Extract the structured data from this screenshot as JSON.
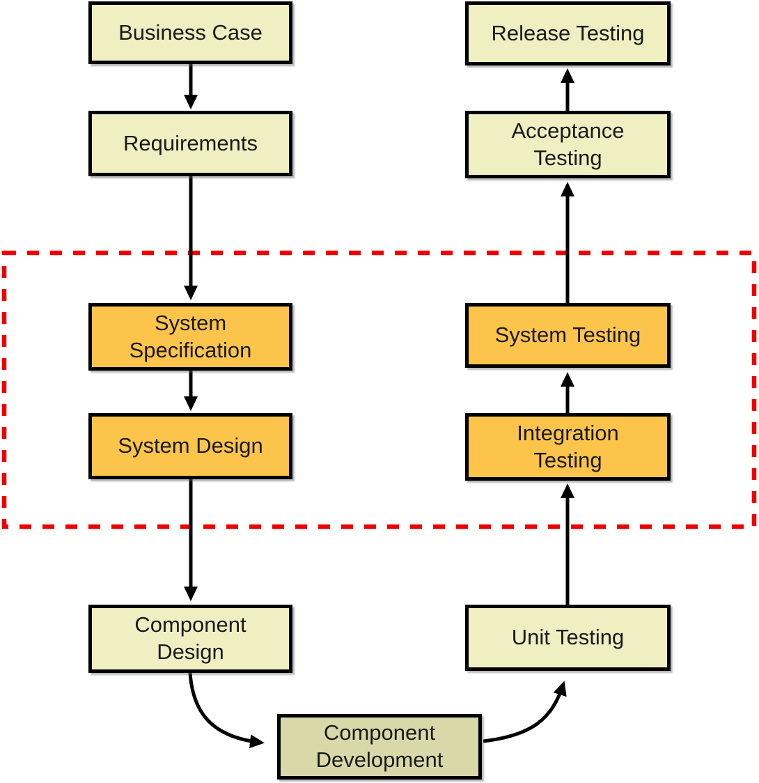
{
  "diagram": {
    "type": "flowchart",
    "name": "v-model-development-process",
    "boxes": {
      "business_case": {
        "label": "Business Case",
        "fill": "#efefc2"
      },
      "requirements": {
        "label": "Requirements",
        "fill": "#efefc2"
      },
      "system_specification": {
        "label": "System\nSpecification",
        "fill": "#fdc44b"
      },
      "system_design": {
        "label": "System Design",
        "fill": "#fdc44b"
      },
      "component_design": {
        "label": "Component\nDesign",
        "fill": "#efefc2"
      },
      "component_development": {
        "label": "Component\nDevelopment",
        "fill": "#d9d8a8"
      },
      "unit_testing": {
        "label": "Unit Testing",
        "fill": "#efefc2"
      },
      "integration_testing": {
        "label": "Integration\nTesting",
        "fill": "#fdc44b"
      },
      "system_testing": {
        "label": "System Testing",
        "fill": "#fdc44b"
      },
      "acceptance_testing": {
        "label": "Acceptance\nTesting",
        "fill": "#efefc2"
      },
      "release_testing": {
        "label": "Release Testing",
        "fill": "#efefc2"
      }
    },
    "connections": [
      {
        "from": "business_case",
        "to": "requirements",
        "style": "straight-down"
      },
      {
        "from": "requirements",
        "to": "system_specification",
        "style": "straight-down"
      },
      {
        "from": "system_specification",
        "to": "system_design",
        "style": "straight-down"
      },
      {
        "from": "system_design",
        "to": "component_design",
        "style": "straight-down"
      },
      {
        "from": "component_design",
        "to": "component_development",
        "style": "curved"
      },
      {
        "from": "component_development",
        "to": "unit_testing",
        "style": "curved"
      },
      {
        "from": "unit_testing",
        "to": "integration_testing",
        "style": "straight-up"
      },
      {
        "from": "integration_testing",
        "to": "system_testing",
        "style": "straight-up"
      },
      {
        "from": "system_testing",
        "to": "acceptance_testing",
        "style": "straight-up"
      },
      {
        "from": "acceptance_testing",
        "to": "release_testing",
        "style": "straight-up"
      }
    ],
    "highlight_region": {
      "style": "dashed-rectangle",
      "color": "#ee0000",
      "encloses": [
        "system_specification",
        "system_design",
        "system_testing",
        "integration_testing"
      ]
    },
    "colors": {
      "background": "#ffffff",
      "box_cream": "#efefc2",
      "box_orange": "#fdc44b",
      "box_khaki": "#d9d8a8",
      "box_border": "#000000",
      "arrow": "#000000",
      "highlight_dashed": "#ee0000",
      "text": "#1a1a1a"
    }
  }
}
